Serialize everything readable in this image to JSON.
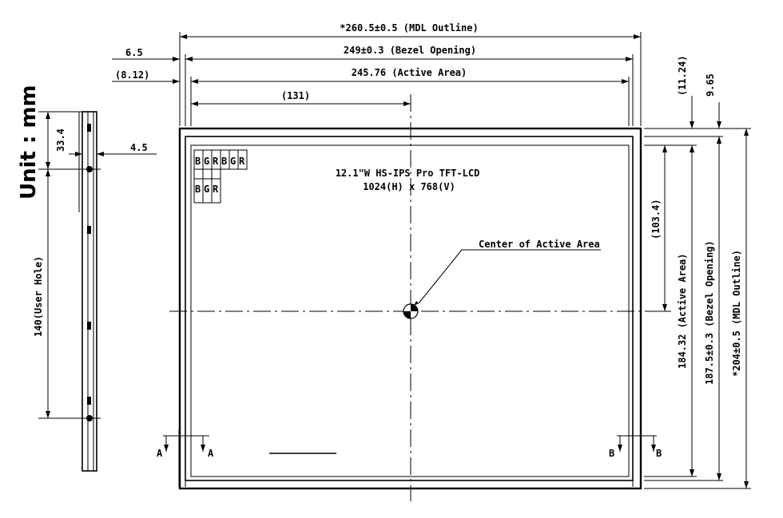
{
  "unit_label": "Unit : mm",
  "dims": {
    "mdl_width": "*260.5±0.5 (MDL Outline)",
    "bezel_width": "249±0.3 (Bezel Opening)",
    "active_width": "245.76 (Active Area)",
    "half_active_width": "(131)",
    "left_bezel": "6.5",
    "left_active": "(8.12)",
    "top_active": "(11.24)",
    "top_bezel": "9.65",
    "half_active_height": "(103.4)",
    "active_height": "184.32 (Active Area)",
    "bezel_height": "187.5±0.3 (Bezel Opening)",
    "mdl_height": "*204±0.5 (MDL Outline)",
    "side_offset": "33.4",
    "side_thickness": "4.5",
    "user_hole": "140(User Hole)"
  },
  "panel": {
    "title": "12.1\"W HS-IPS Pro TFT-LCD",
    "resolution": "1024(H) x 768(V)",
    "center_label": "Center of Active Area"
  },
  "pixel_grid": {
    "row1": [
      "B",
      "G",
      "R",
      "B",
      "G",
      "R"
    ],
    "row2": [
      "B",
      "G",
      "R"
    ]
  },
  "section_markers": {
    "a_left": "A",
    "a_right": "A",
    "b_left": "B",
    "b_right": "B"
  }
}
